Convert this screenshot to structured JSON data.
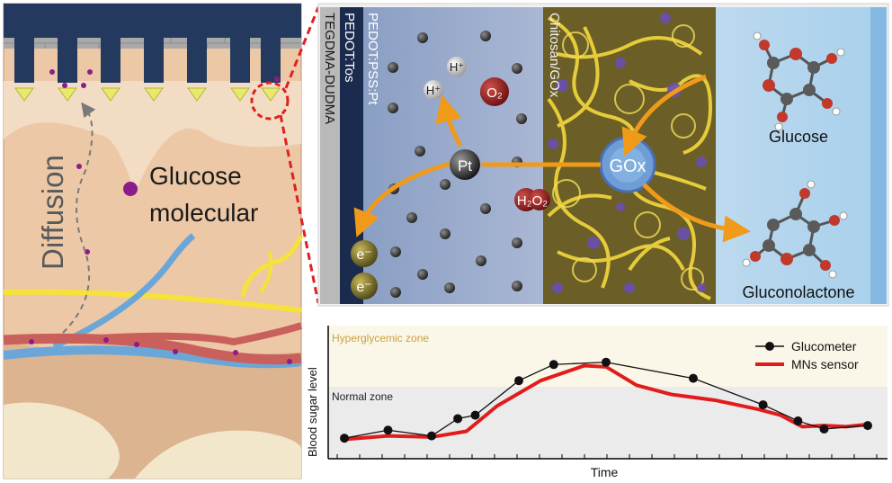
{
  "left_panel": {
    "diffusion_label": "Diffusion",
    "glucose_label_line1": "Glucose",
    "glucose_label_line2": "molecular",
    "colors": {
      "tissue": "#ecc8a6",
      "deep_tissue": "#dcb590",
      "microneedle": "#233a5e",
      "arrow_tip": "#e8e86a",
      "molecule": "#8a1c8c",
      "vessel_red": "#c9605c",
      "vessel_blue": "#6aa6d8",
      "nerve": "#f6e23a",
      "callout": "#e02020"
    }
  },
  "layers": {
    "tegdma_label": "TEGDMA-DUDMA",
    "pedot_tos_label": "PEDOT:Tos",
    "pedot_pss_pt_label": "PEDOT:PSS:Pt",
    "chitosan_gox_label": "Chitosan/GOx"
  },
  "molecules": {
    "h_plus_1": "H⁺",
    "h_plus_2": "H⁺",
    "o2": "O₂",
    "pt": "Pt",
    "h2o2": "H₂O₂",
    "gox": "GOx",
    "electron_1": "e⁻",
    "electron_2": "e⁻",
    "glucose": "Glucose",
    "gluconolactone": "Gluconolactone"
  },
  "chart_data": {
    "type": "line",
    "title": "",
    "xlabel": "Time",
    "ylabel": "Blood sugar level",
    "zones": [
      "Hyperglycemic zone",
      "Normal zone"
    ],
    "legend_position": "top-right",
    "series": [
      {
        "name": "Glucometer",
        "color": "#111111",
        "marker": "circle",
        "x": [
          1,
          2,
          3,
          3.6,
          4,
          5,
          5.8,
          7,
          9,
          10.6,
          11.4,
          12,
          13
        ],
        "y": [
          0.1,
          0.17,
          0.12,
          0.27,
          0.3,
          0.6,
          0.74,
          0.76,
          0.62,
          0.39,
          0.25,
          0.18,
          0.21
        ]
      },
      {
        "name": "MNs sensor",
        "color": "#e01c1c",
        "x": [
          1,
          2,
          3,
          3.8,
          4.5,
          5.5,
          6.5,
          7,
          7.7,
          8.5,
          9.5,
          10.5,
          11,
          11.5,
          12,
          12.5,
          13
        ],
        "y": [
          0.09,
          0.12,
          0.11,
          0.16,
          0.38,
          0.6,
          0.73,
          0.72,
          0.56,
          0.48,
          0.43,
          0.35,
          0.3,
          0.2,
          0.21,
          0.2,
          0.22
        ]
      }
    ]
  }
}
